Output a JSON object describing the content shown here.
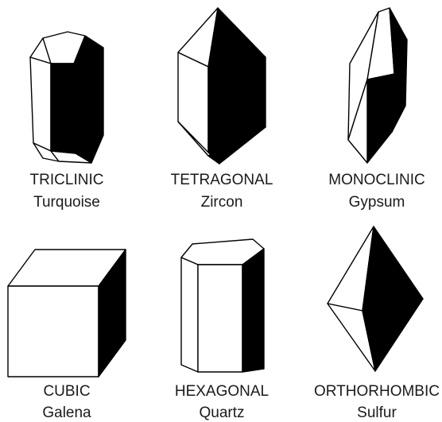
{
  "crystals": [
    {
      "system": "TRICLINIC",
      "mineral": "Turquoise"
    },
    {
      "system": "TETRAGONAL",
      "mineral": "Zircon"
    },
    {
      "system": "MONOCLINIC",
      "mineral": "Gypsum"
    },
    {
      "system": "CUBIC",
      "mineral": "Galena"
    },
    {
      "system": "HEXAGONAL",
      "mineral": "Quartz"
    },
    {
      "system": "ORTHORHOMBIC",
      "mineral": "Sulfur"
    }
  ]
}
